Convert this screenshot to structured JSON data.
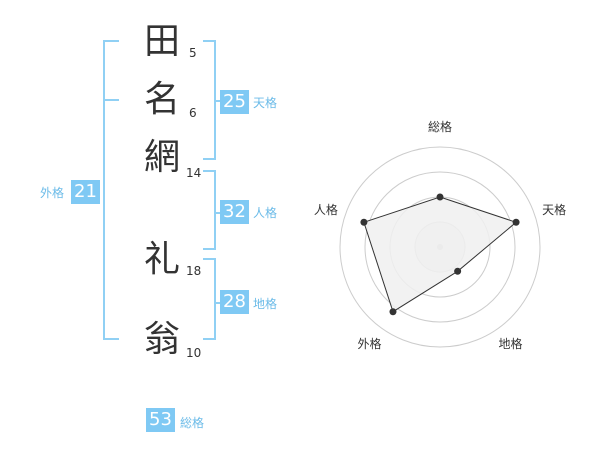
{
  "name": {
    "chars": [
      {
        "char": "田",
        "strokes": "5"
      },
      {
        "char": "名",
        "strokes": "6"
      },
      {
        "char": "網",
        "strokes": "14"
      },
      {
        "char": "礼",
        "strokes": "18"
      },
      {
        "char": "翁",
        "strokes": "10"
      }
    ]
  },
  "fortunes": {
    "tenkaku": {
      "value": "25",
      "label": "天格"
    },
    "jinkaku": {
      "value": "32",
      "label": "人格"
    },
    "chikaku": {
      "value": "28",
      "label": "地格"
    },
    "gaikaku": {
      "value": "21",
      "label": "外格"
    },
    "soukaku": {
      "value": "53",
      "label": "総格"
    }
  },
  "colors": {
    "accent": "#7fc9f4",
    "bracket": "#90d0f4",
    "label": "#6bbbe8",
    "radar_fill": "#f0f0f0"
  },
  "chart_data": {
    "type": "radar",
    "axes": [
      "総格",
      "天格",
      "地格",
      "外格",
      "人格"
    ],
    "values": [
      0.5,
      0.8,
      0.3,
      0.8,
      0.8
    ],
    "range": [
      0,
      1
    ],
    "rings": 4
  }
}
